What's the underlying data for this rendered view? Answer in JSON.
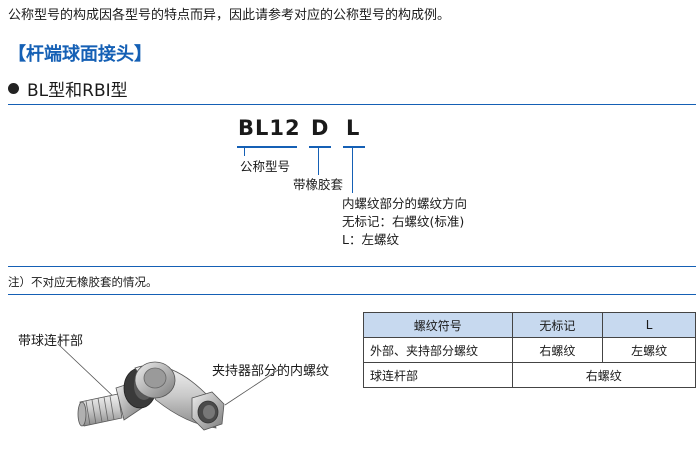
{
  "intro": "公称型号的构成因各型号的特点而异，因此请参考对应的公称型号的构成例。",
  "section_title": "【杆端球面接头】",
  "subtitle": "BL型和RBI型",
  "code": {
    "part1": "BL12",
    "part2": "D",
    "part3": "L"
  },
  "labels": {
    "nominal": "公称型号",
    "boot": "带橡胶套",
    "thread_direction": "内螺纹部分的螺纹方向",
    "no_mark": "无标记：右螺纹(标准)",
    "l_mark": "L：左螺纹"
  },
  "note": "注）不对应无橡胶套的情况。",
  "illustration": {
    "label_stud": "带球连杆部",
    "label_housing": "夹持器部分的内螺纹"
  },
  "table": {
    "headers": [
      "螺纹符号",
      "无标记",
      "L"
    ],
    "rows": [
      {
        "label": "外部、夹持部分螺纹",
        "cells": [
          "右螺纹",
          "左螺纹"
        ]
      },
      {
        "label": "球连杆部",
        "cells": [
          "右螺纹"
        ]
      }
    ]
  },
  "colors": {
    "accent": "#1560b5",
    "table_header": "#c7d9ef"
  }
}
